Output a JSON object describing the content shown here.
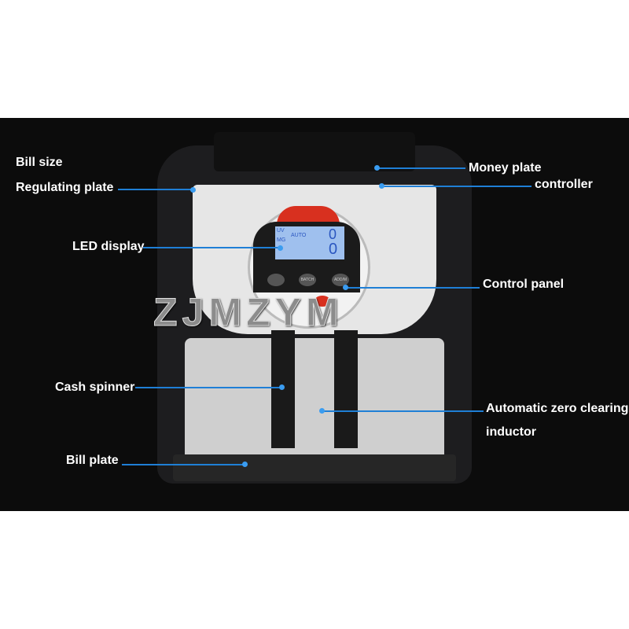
{
  "labels": {
    "bill_size": "Bill size",
    "regulating_plate": "Regulating plate",
    "led_display": "LED display",
    "cash_spinner": "Cash spinner",
    "bill_plate": "Bill plate",
    "money_plate": "Money plate",
    "controller": "controller",
    "control_panel": "Control panel",
    "auto_zero": "Automatic zero clearing",
    "inductor": "inductor"
  },
  "display": {
    "uv": "UV",
    "mg": "MG",
    "mode": "AUTO",
    "count_top": "0",
    "count_bottom": "0"
  },
  "buttons": [
    "",
    "BATCH",
    "ADD/M"
  ],
  "watermark": "ZJMZYM",
  "colors": {
    "line": "#1f7fd6",
    "accent_red": "#d8301f"
  }
}
